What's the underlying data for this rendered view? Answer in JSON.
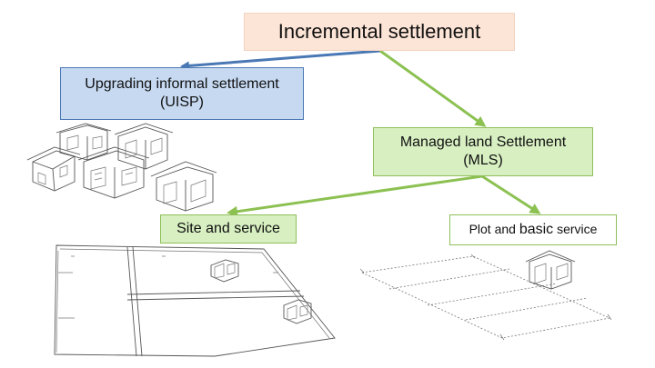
{
  "diagram": {
    "root": {
      "label": "Incremental settlement"
    },
    "uisp": {
      "line1": "Upgrading informal settlement",
      "line2": "(UISP)"
    },
    "mls": {
      "line1": "Managed land Settlement",
      "line2": "(MLS)"
    },
    "site": {
      "label": "Site and service"
    },
    "plot": {
      "label_part1": "Plot and ",
      "label_part2": "basic",
      "label_part3": " service"
    }
  },
  "colors": {
    "blue_arrow": "#4a78b4",
    "green_arrow": "#8cc152",
    "root_fill": "#fce4d6",
    "uisp_fill": "#c6d9f1",
    "green_fill": "#d7efc1"
  }
}
